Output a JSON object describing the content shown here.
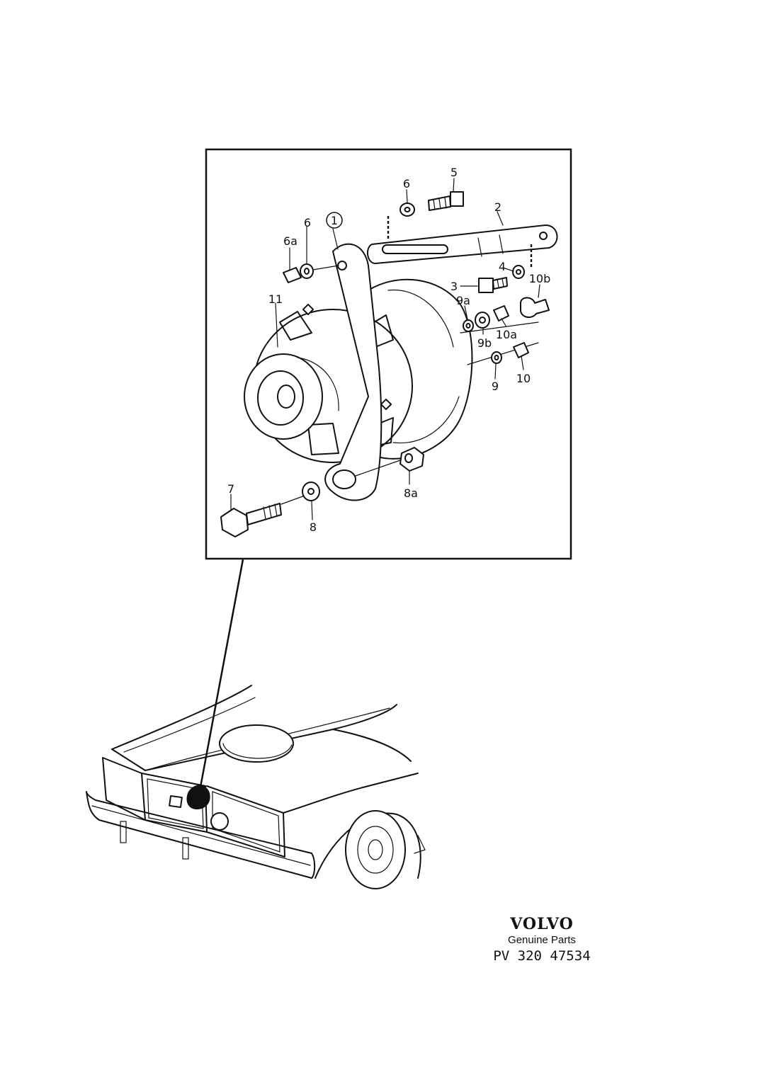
{
  "callouts": {
    "c1": "1",
    "c2": "2",
    "c3": "3",
    "c4": "4",
    "c5": "5",
    "c6_top": "6",
    "c6_left": "6",
    "c6a": "6a",
    "c7": "7",
    "c8": "8",
    "c8a": "8a",
    "c9": "9",
    "c9a": "9a",
    "c9b": "9b",
    "c10": "10",
    "c10a": "10a",
    "c10b": "10b",
    "c11": "11"
  },
  "footer": {
    "brand": "VOLVO",
    "subtitle": "Genuine Parts",
    "code": "PV 320 47534"
  },
  "colors": {
    "ink": "#111111",
    "paper": "#ffffff"
  }
}
